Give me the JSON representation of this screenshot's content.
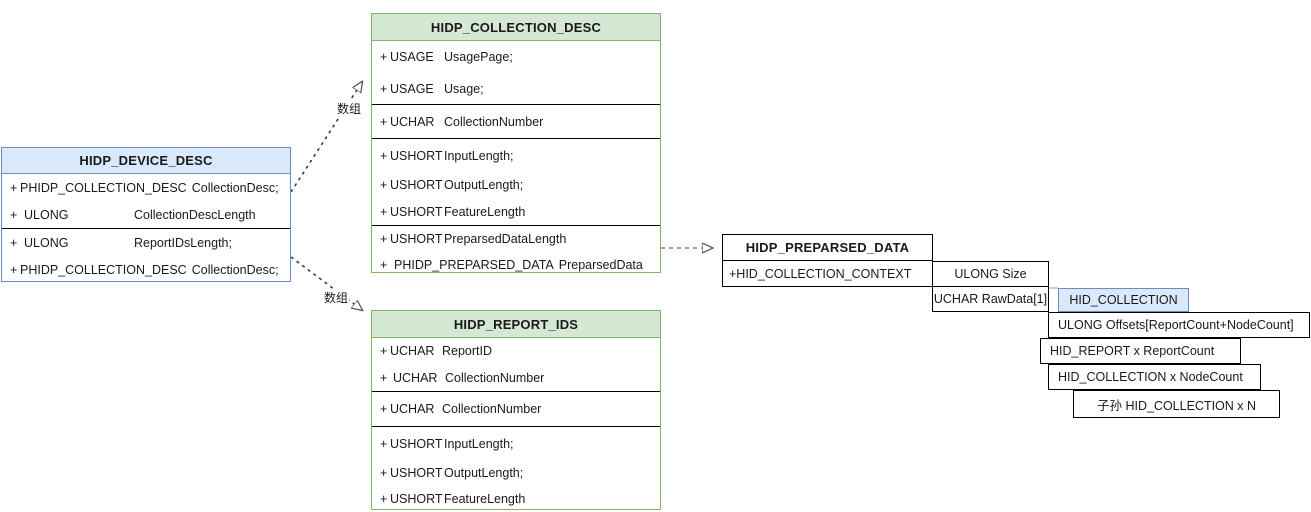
{
  "diagram": {
    "title": "HID parser data structures",
    "colors": {
      "green_fill": "#d5e8d4",
      "green_stroke": "#82b366",
      "blue_fill": "#dae8fc",
      "blue_stroke": "#6c8ebf",
      "black_stroke": "#000000",
      "text": "#1a1a1a"
    }
  },
  "device_desc": {
    "title": "HIDP_DEVICE_DESC",
    "sections": [
      {
        "rows": [
          {
            "plus": "+",
            "type": "PHIDP_COLLECTION_DESC",
            "name": "CollectionDesc;",
            "wide": true
          },
          {
            "plus": "+",
            "type": "ULONG",
            "name": "CollectionDescLength",
            "wide": false
          }
        ]
      },
      {
        "rows": [
          {
            "plus": "+",
            "type": "ULONG",
            "name": "ReportIDsLength;",
            "wide": false
          },
          {
            "plus": "+",
            "type": "PHIDP_COLLECTION_DESC",
            "name": "CollectionDesc;",
            "wide": true
          }
        ]
      }
    ]
  },
  "collection_desc": {
    "title": "HIDP_COLLECTION_DESC",
    "sections": [
      {
        "rows": [
          {
            "plus": "+",
            "type": "USAGE",
            "name": "UsagePage;"
          },
          {
            "plus": "+",
            "type": "USAGE",
            "name": "Usage;"
          }
        ]
      },
      {
        "rows": [
          {
            "plus": "+",
            "type": "UCHAR",
            "name": "CollectionNumber"
          }
        ]
      },
      {
        "rows": [
          {
            "plus": "+",
            "type": "USHORT",
            "name": "InputLength;"
          },
          {
            "plus": "+",
            "type": "USHORT",
            "name": "OutputLength;"
          },
          {
            "plus": "+",
            "type": "USHORT",
            "name": "FeatureLength"
          }
        ]
      },
      {
        "rows": [
          {
            "plus": "+",
            "type": "USHORT",
            "name": "PreparsedDataLength"
          },
          {
            "plus": "+",
            "type": "PHIDP_PREPARSED_DATA",
            "name": "PreparsedData"
          }
        ]
      }
    ]
  },
  "report_ids": {
    "title": "HIDP_REPORT_IDS",
    "sections": [
      {
        "rows": [
          {
            "plus": "+",
            "type": "UCHAR",
            "name": "ReportID"
          },
          {
            "plus": "+",
            "type": "UCHAR",
            "name": "CollectionNumber"
          }
        ]
      },
      {
        "rows": [
          {
            "plus": "+",
            "type": "UCHAR",
            "name": "CollectionNumber"
          }
        ]
      },
      {
        "rows": [
          {
            "plus": "+",
            "type": "USHORT",
            "name": "InputLength;"
          },
          {
            "plus": "+",
            "type": "USHORT",
            "name": "OutputLength;"
          },
          {
            "plus": "+",
            "type": "USHORT",
            "name": "FeatureLength"
          }
        ]
      }
    ]
  },
  "preparsed_data": {
    "title": "HIDP_PREPARSED_DATA",
    "field": "+HID_COLLECTION_CONTEXT"
  },
  "context_cells": {
    "size": "ULONG Size",
    "raw_data": "UCHAR RawData[1]"
  },
  "hid_collection": {
    "title": "HID_COLLECTION",
    "rows": [
      "ULONG Offsets[ReportCount+NodeCount]",
      "HID_REPORT x ReportCount",
      "HID_COLLECTION x NodeCount",
      "子孙 HID_COLLECTION x N"
    ]
  },
  "edges": {
    "array_upper": "数组",
    "array_lower": "数组"
  }
}
